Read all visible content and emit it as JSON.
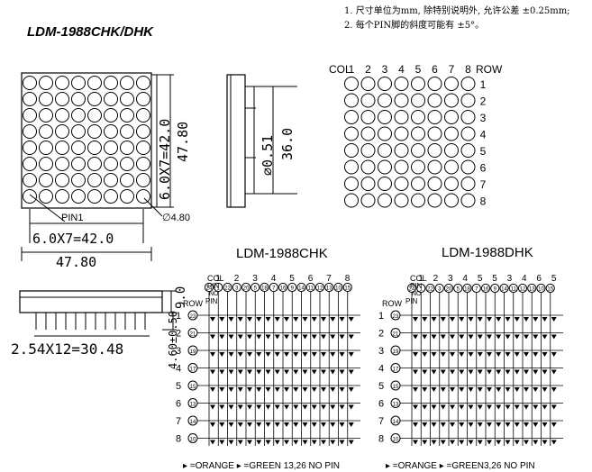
{
  "title": "LDM-1988CHK/DHK",
  "notes": [
    "1. 尺寸单位为mm, 除特别说明外, 允许公差 ±0.25mm;",
    "2. 每个PIN脚的斜度可能有 ±5°。"
  ],
  "front_view": {
    "dim_width_label": "6.0X7=42.0",
    "dim_overall_width_label": "47.80",
    "dim_height_label": "6.0X7=42.0",
    "dim_overall_height_label": "47.80",
    "pin1_label": "PIN1",
    "dot_diameter_label": "∅4.80"
  },
  "side_view": {
    "pin_diameter_label": "∅0.51",
    "height_label": "36.0",
    "lead_length_label": "9.0",
    "standoff_label": "4.60±0.50",
    "pitch_label": "2.54X12=30.48"
  },
  "pin_map": {
    "col_header": "COL",
    "row_header": "ROW",
    "cols": [
      "1",
      "2",
      "3",
      "4",
      "5",
      "6",
      "7",
      "8"
    ],
    "rows": [
      "1",
      "2",
      "3",
      "4",
      "5",
      "6",
      "7",
      "8"
    ]
  },
  "schematic_chk": {
    "title": "LDM-1988CHK",
    "col_label": "COL",
    "pin_label": "PIN",
    "no_label": "NO",
    "row_label": "ROW",
    "cols": [
      "1",
      "2",
      "3",
      "4",
      "5",
      "6",
      "7",
      "8"
    ],
    "col_pins": [
      "24",
      "1",
      "22",
      "3",
      "20",
      "5",
      "18",
      "7",
      "16",
      "9",
      "14",
      "11",
      "12",
      "13",
      "10",
      "15"
    ],
    "row_pins": [
      "23",
      "21",
      "19",
      "17",
      "15",
      "13",
      "14",
      "10"
    ],
    "rows": [
      "1",
      "2",
      "3",
      "4",
      "5",
      "6",
      "7",
      "8"
    ]
  },
  "schematic_dhk": {
    "title": "LDM-1988DHK",
    "col_label": "COL",
    "pin_label": "PIN",
    "no_label": "NO",
    "row_label": "ROW",
    "cols": [
      "1",
      "2",
      "3",
      "4",
      "5",
      "5",
      "3",
      "4",
      "6",
      "5"
    ],
    "col_pins": [
      "24",
      "1",
      "22",
      "3",
      "20",
      "5",
      "18",
      "7",
      "16",
      "9",
      "14",
      "11",
      "12",
      "13",
      "10",
      "15"
    ],
    "row_pins": [
      "23",
      "21",
      "19",
      "17",
      "15",
      "13",
      "14",
      "10"
    ],
    "rows": [
      "1",
      "2",
      "3",
      "4",
      "5",
      "6",
      "7",
      "8"
    ]
  },
  "legend": {
    "chk": "▸ =ORANGE ▸ =GREEN 13,26   NO PIN",
    "dhk": "▸ =ORANGE ▸ =GREEN3,26   NO PIN"
  }
}
